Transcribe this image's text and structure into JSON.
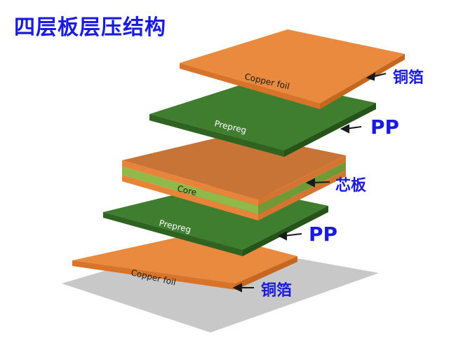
{
  "title": "四层板层压结构",
  "layers": [
    {
      "id": "copper-top",
      "label": "Copper foil",
      "callout": "铜箔"
    },
    {
      "id": "prepreg-top",
      "label": "Prepreg",
      "callout": "PP"
    },
    {
      "id": "core",
      "label": "Core",
      "callout": "芯板"
    },
    {
      "id": "prepreg-bottom",
      "label": "Prepreg",
      "callout": "PP"
    },
    {
      "id": "copper-bottom",
      "label": "Copper foil",
      "callout": "铜箔"
    }
  ],
  "colors": {
    "copper": "#e8843a",
    "prepreg": "#3b7a2c",
    "core_fill": "#8fba4a",
    "shadow": "#c9c9c9",
    "callout_text": "#1a1ae0"
  }
}
